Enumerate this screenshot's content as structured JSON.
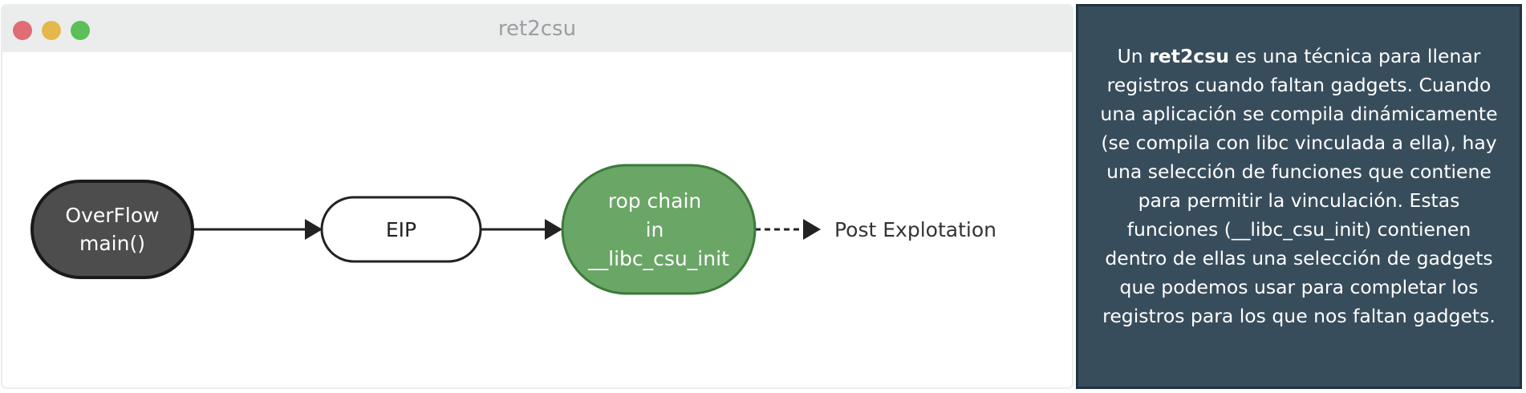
{
  "window": {
    "title": "ret2csu",
    "controls": [
      {
        "name": "close",
        "color": "#e06c75"
      },
      {
        "name": "minimize",
        "color": "#e5b84c"
      },
      {
        "name": "maximize",
        "color": "#5cbf5a"
      }
    ]
  },
  "diagram": {
    "nodes": [
      {
        "id": "overflow",
        "lines": [
          "OverFlow",
          "main()"
        ],
        "fill": "#4d4d4d",
        "text_color": "#ffffff"
      },
      {
        "id": "eip",
        "lines": [
          "EIP"
        ],
        "fill": "#ffffff",
        "text_color": "#222222"
      },
      {
        "id": "rop",
        "lines": [
          "rop chain",
          "in",
          "__libc_csu_init"
        ],
        "fill": "#6aa666",
        "text_color": "#ffffff"
      }
    ],
    "post_label": "Post Explotation"
  },
  "note": {
    "term": "ret2csu",
    "before": "Un ",
    "after": " es una técnica para llenar registros cuando faltan gadgets. Cuando una aplicación se compila dinámicamente (se compila con libc vinculada a ella), hay una selección de funciones que contiene para permitir la vinculación. Estas funciones (__libc_csu_init) contienen dentro de ellas una selección de gadgets que podemos usar para completar los registros para los que nos faltan gadgets."
  }
}
